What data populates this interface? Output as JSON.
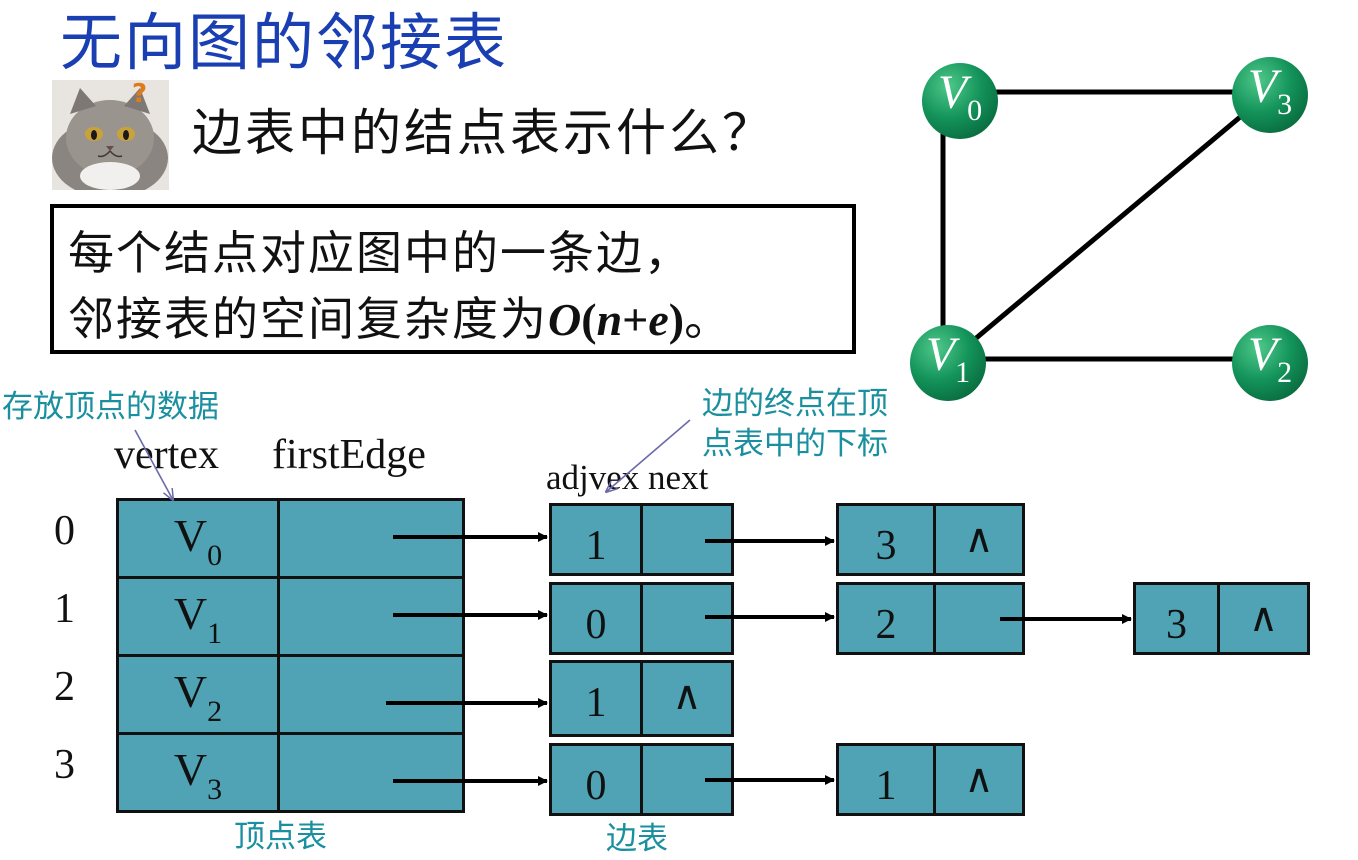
{
  "title": "无向图的邻接表",
  "question": "边表中的结点表示什么？",
  "answer": {
    "line1": "每个结点对应图中的一条边，",
    "line2_prefix": "邻接表的空间复杂度为",
    "line2_math_o": "O",
    "line2_math_paren_open": "(",
    "line2_math_n": "n",
    "line2_math_plus": "+",
    "line2_math_e": "e",
    "line2_math_paren_close": ")",
    "line2_suffix": "。"
  },
  "notes": {
    "vertex_data": "存放顶点的数据",
    "adjvex_line1": "边的终点在顶",
    "adjvex_line2": "点表中的下标"
  },
  "headers": {
    "vertex": "vertex",
    "first_edge": "firstEdge",
    "adjvex_next": "adjvex next"
  },
  "captions": {
    "vertex_table": "顶点表",
    "edge_table": "边表"
  },
  "vertex_table": [
    {
      "index": "0",
      "letter": "V",
      "sub": "0"
    },
    {
      "index": "1",
      "letter": "V",
      "sub": "1"
    },
    {
      "index": "2",
      "letter": "V",
      "sub": "2"
    },
    {
      "index": "3",
      "letter": "V",
      "sub": "3"
    }
  ],
  "edge_lists": [
    [
      {
        "adjvex": "1",
        "next": ""
      },
      {
        "adjvex": "3",
        "next": "∧"
      }
    ],
    [
      {
        "adjvex": "0",
        "next": ""
      },
      {
        "adjvex": "2",
        "next": ""
      },
      {
        "adjvex": "3",
        "next": "∧"
      }
    ],
    [
      {
        "adjvex": "1",
        "next": "∧"
      }
    ],
    [
      {
        "adjvex": "0",
        "next": ""
      },
      {
        "adjvex": "1",
        "next": "∧"
      }
    ]
  ],
  "graph": {
    "nodes": [
      {
        "letter": "V",
        "sub": "0"
      },
      {
        "letter": "V",
        "sub": "1"
      },
      {
        "letter": "V",
        "sub": "2"
      },
      {
        "letter": "V",
        "sub": "3"
      }
    ],
    "edges": [
      [
        "0",
        "3"
      ],
      [
        "0",
        "1"
      ],
      [
        "1",
        "3"
      ],
      [
        "1",
        "2"
      ]
    ]
  },
  "colors": {
    "title": "#1a3fb3",
    "note": "#1a8f9f",
    "cell_fill": "#4fa3b4",
    "node_fill": "#13935a"
  }
}
